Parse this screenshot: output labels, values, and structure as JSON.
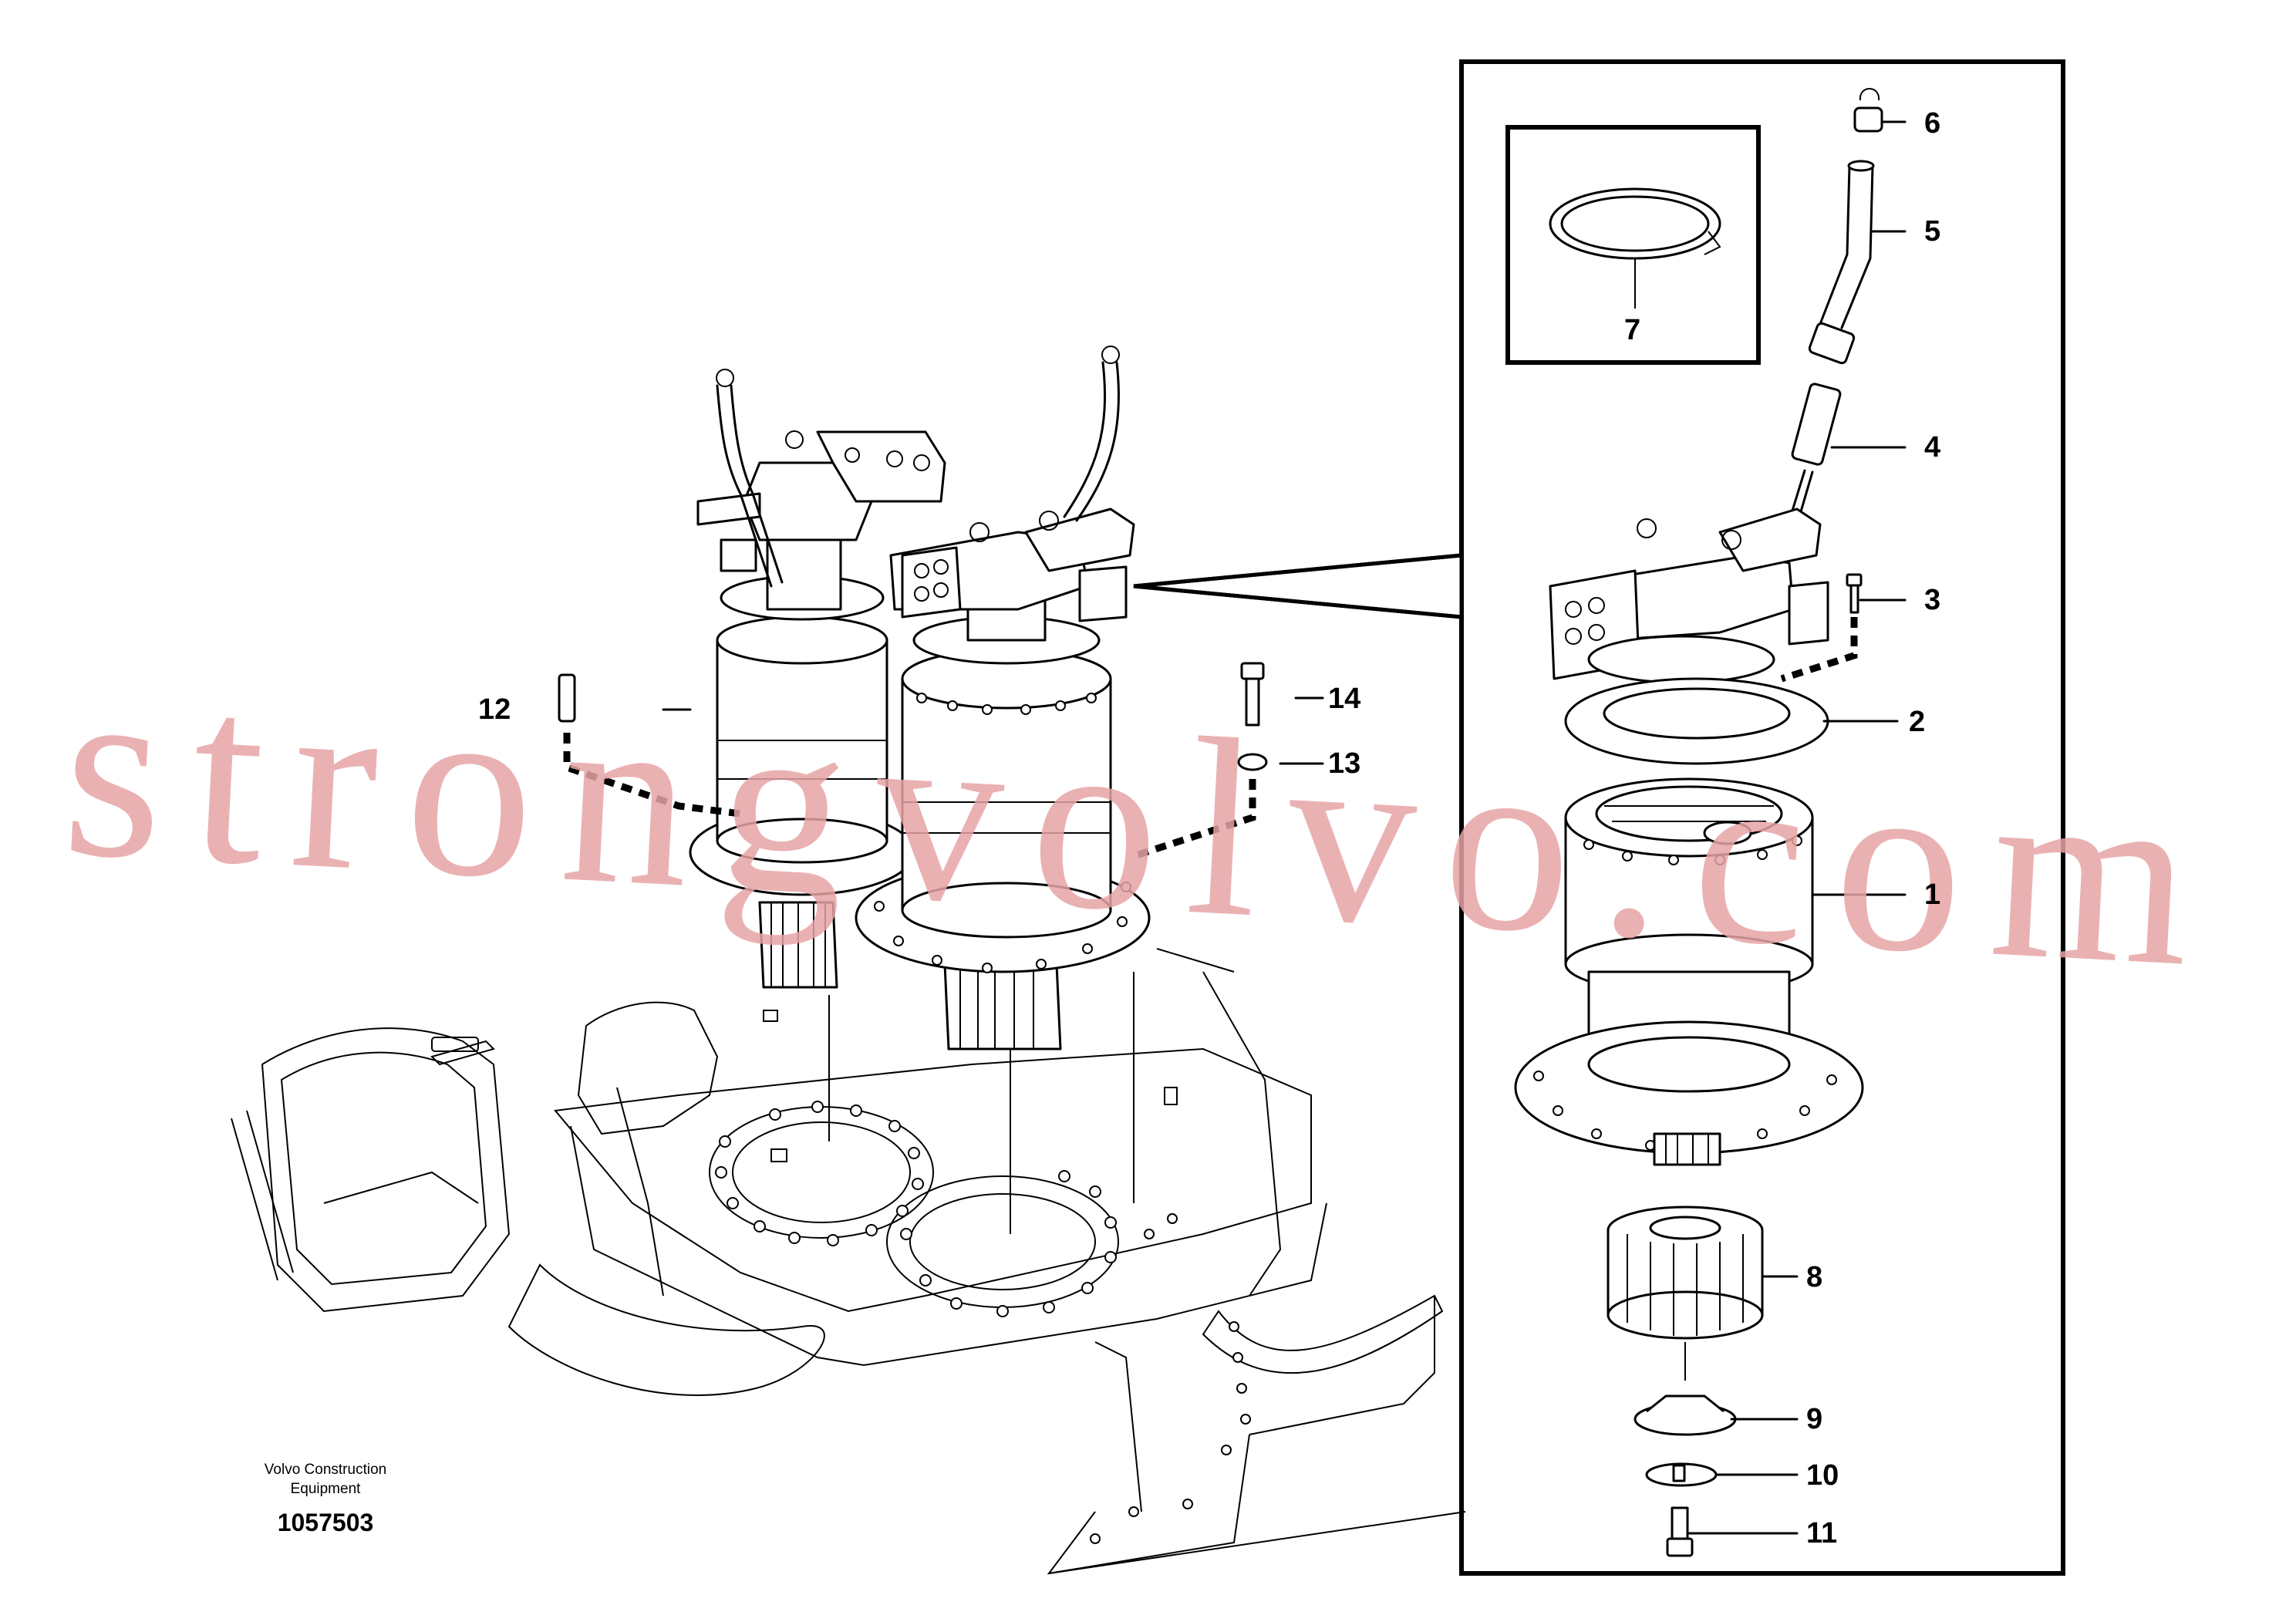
{
  "caption": {
    "company_line1": "Volvo Construction",
    "company_line2": "Equipment",
    "document_number": "1057503"
  },
  "watermark": {
    "text": "strongvolvo.com",
    "color": "#e6a3a6"
  },
  "callouts": {
    "p1": "1",
    "p2": "2",
    "p3": "3",
    "p4": "4",
    "p5": "5",
    "p6": "6",
    "p7": "7",
    "p8": "8",
    "p9": "9",
    "p10": "10",
    "p11": "11",
    "p12": "12",
    "p13": "13",
    "p14": "14"
  }
}
